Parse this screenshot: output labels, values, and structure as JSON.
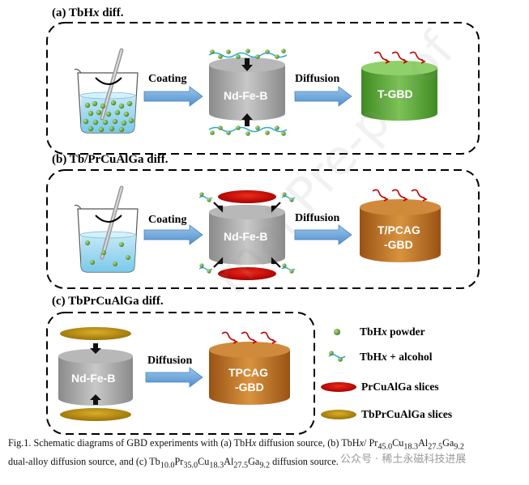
{
  "panels": {
    "a": {
      "title_html": "(a) TbH<i>x</i> diff.",
      "coating": "Coating",
      "diffusion": "Diffusion",
      "magnet": "Nd-Fe-B",
      "product": "T-GBD"
    },
    "b": {
      "title": "(b) Tb/PrCuAlGa diff.",
      "coating": "Coating",
      "diffusion": "Diffusion",
      "magnet": "Nd-Fe-B",
      "product_line1": "T/PCAG",
      "product_line2": "-GBD"
    },
    "c": {
      "title": "(c) TbPrCuAlGa diff.",
      "diffusion": "Diffusion",
      "magnet": "Nd-Fe-B",
      "product_line1": "TPCAG",
      "product_line2": "-GBD"
    }
  },
  "legend": {
    "powder_html": "TbH<i>x</i> powder",
    "alcohol_html": "TbH<i>x</i> + alcohol",
    "prcualga": "PrCuAlGa slices",
    "tbprcualga": "TbPrCuAlGa slices"
  },
  "caption": {
    "line1_html": "Fig.1. Schematic diagrams of GBD experiments with (a) TbH<i>x</i> diffusion source, (b) TbH<i>x</i>/ Pr<sub>45.0</sub>Cu<sub>18.3</sub>Al<sub>27.5</sub>Ga<sub>9.2</sub>",
    "line2_html": "dual-alloy diffusion source, and (c) Tb<sub>10.0</sub>Pr<sub>35.0</sub>Cu<sub>18.3</sub>Al<sub>27.5</sub>Ga<sub>9.2</sub> diffusion source."
  },
  "watermark": {
    "text": "公众号 · 稀土永磁科技进展",
    "diagonal": "rnal Pre-proof"
  },
  "colors": {
    "green_cyl": "#4e9a2c",
    "brown_cyl": "#b0651c",
    "gray_cyl": "#9a9a9a",
    "red_slice": "#c80a0a",
    "gold_slice": "#b58a0c",
    "arrow_blue": "#5b9bd5",
    "particle": "#4a9a2e"
  }
}
